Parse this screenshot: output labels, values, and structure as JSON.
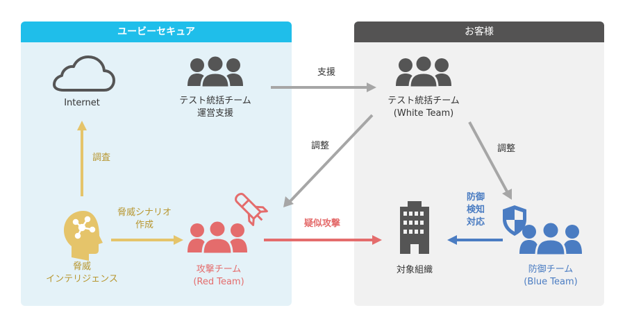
{
  "colors": {
    "uvs_header": "#1fbeea",
    "uvs_panel": "#e4f2f8",
    "client_header": "#545353",
    "client_panel": "#f1f1f1",
    "gray_icon": "#555555",
    "gray_arrow": "#a6a6a6",
    "gold": "#e5c46a",
    "gold_text": "#b7962f",
    "red": "#e46c6c",
    "blue": "#4a7cc2"
  },
  "panels": {
    "left_title": "ユービーセキュア",
    "right_title": "お客様"
  },
  "nodes": {
    "internet": {
      "label": "Internet",
      "icon": "cloud-icon"
    },
    "test_team_support": {
      "line1": "テスト統括チーム",
      "line2": "運営支援",
      "icon": "people-group-icon"
    },
    "white_team": {
      "line1": "テスト統括チーム",
      "line2": "(White Team)",
      "icon": "people-group-icon"
    },
    "threat_intel": {
      "line1": "脅威",
      "line2": "インテリジェンス",
      "icon": "head-network-icon"
    },
    "red_team": {
      "line1": "攻撃チーム",
      "line2": "(Red Team)",
      "icon": "people-group-icon"
    },
    "target_org": {
      "label": "対象組織",
      "icon": "building-icon"
    },
    "blue_team": {
      "line1": "防御チーム",
      "line2": "(Blue Team)",
      "icon": "people-group-icon"
    }
  },
  "edges": {
    "support": "支援",
    "research": "調査",
    "scenario_line1": "脅威シナリオ",
    "scenario_line2": "作成",
    "coordinate_left": "調整",
    "coordinate_right": "調整",
    "simulated_attack": "疑似攻撃",
    "defense_line1": "防御",
    "defense_line2": "検知",
    "defense_line3": "対応"
  }
}
